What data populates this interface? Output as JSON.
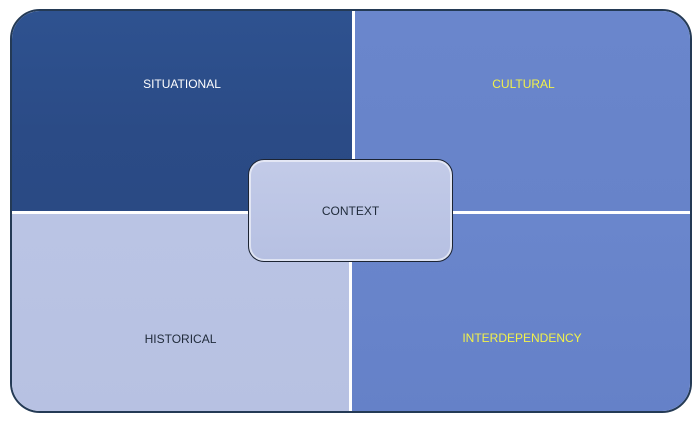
{
  "diagram": {
    "quadrants": {
      "top_left": {
        "label": "SITUATIONAL",
        "color": "#2b4b86",
        "text_color": "#ffffff"
      },
      "top_right": {
        "label": "CULTURAL",
        "color": "#6783c9",
        "text_color": "#f2f24a"
      },
      "bottom_left": {
        "label": "HISTORICAL",
        "color": "#b7c1e2",
        "text_color": "#1f2a3a"
      },
      "bottom_right": {
        "label": "INTERDEPENDENCY",
        "color": "#6581c8",
        "text_color": "#f2f24a"
      }
    },
    "center": {
      "label": "CONTEXT",
      "color": "#bcc5e5",
      "text_color": "#1f2a3a"
    },
    "frame_border_color": "#243a55"
  }
}
